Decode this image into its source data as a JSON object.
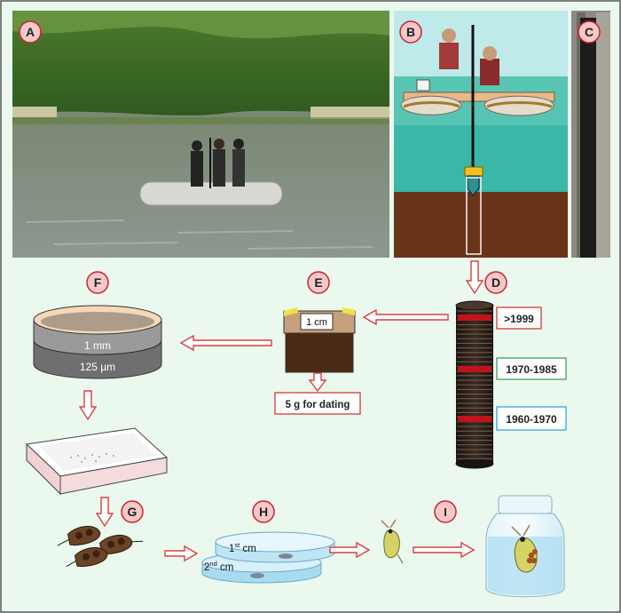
{
  "panels": {
    "a": "A",
    "b": "B",
    "c": "C",
    "d": "D",
    "e": "E",
    "f": "F",
    "g": "G",
    "h": "H",
    "i": "I"
  },
  "sieve": {
    "top": "1 mm",
    "bottom": "125 µm"
  },
  "slice": {
    "thickness": "1 cm",
    "dating": "5 g for dating"
  },
  "core_intervals": [
    {
      "label": ">1999",
      "border": "#d23a3a"
    },
    {
      "label": "1970-1985",
      "border": "#3aa35a"
    },
    {
      "label": "1960-1970",
      "border": "#3aa0d8"
    }
  ],
  "dishes": {
    "first": "1st cm",
    "first_num": "1",
    "first_sup": "st",
    "first_unit": " cm",
    "second": "2nd cm",
    "second_num": "2",
    "second_sup": "nd",
    "second_unit": " cm"
  },
  "colors": {
    "background": "#eaf8ee",
    "arrow": "#d94040",
    "badge": "#f7c8c8",
    "border": "#555555"
  }
}
